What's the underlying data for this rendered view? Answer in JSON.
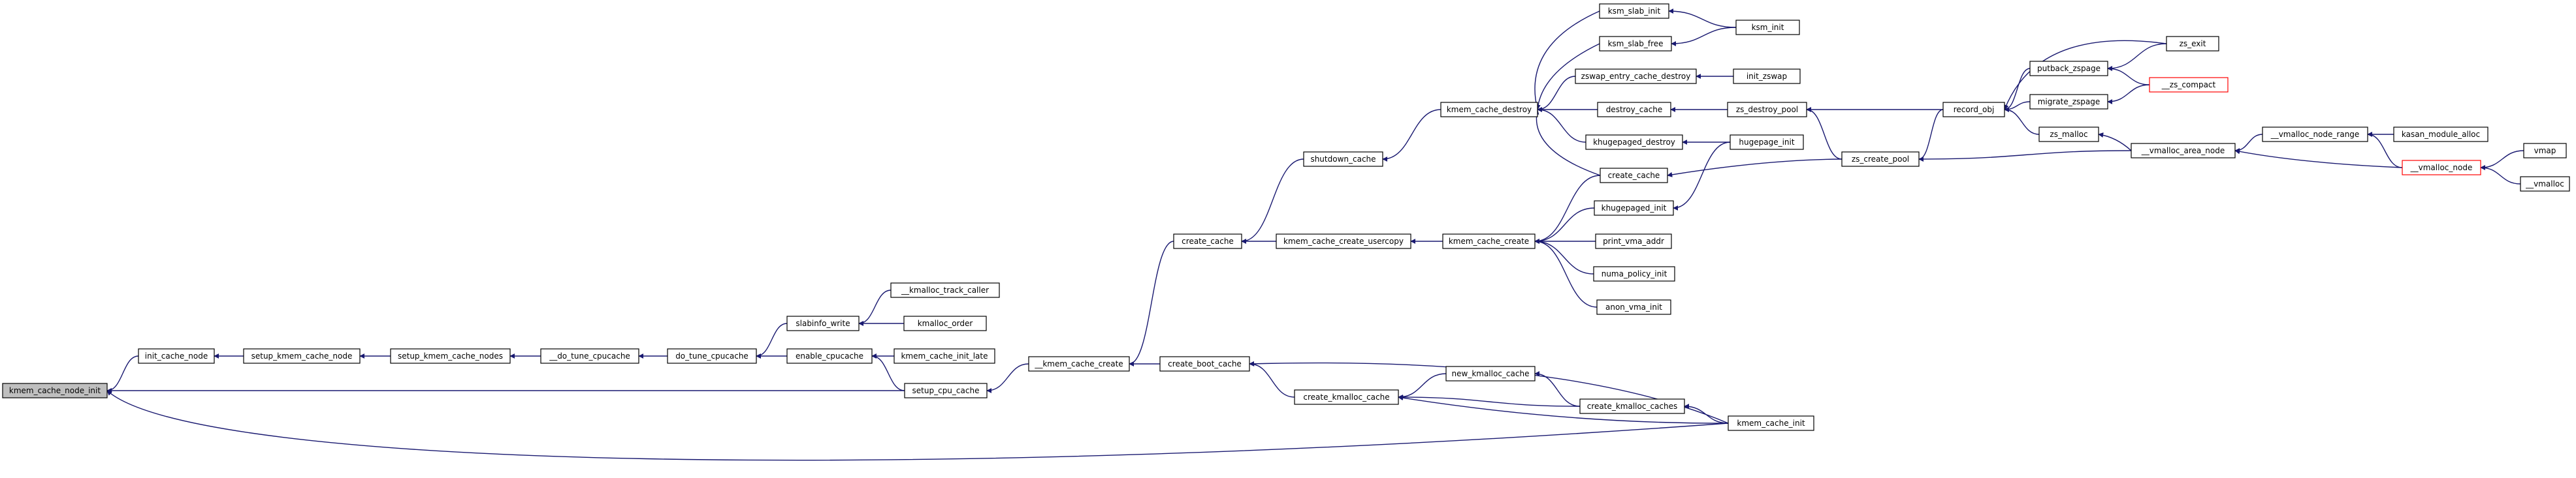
{
  "diagram": {
    "colors": {
      "edge": "#191970",
      "node_border": "#000000",
      "root_fill": "#bfbfbf",
      "truncated_border": "#ff0000"
    },
    "nodes": [
      {
        "id": "kmem_cache_node_init",
        "label": "kmem_cache_node_init",
        "style": "root"
      },
      {
        "id": "init_cache_node",
        "label": "init_cache_node"
      },
      {
        "id": "setup_kmem_cache_node",
        "label": "setup_kmem_cache_node"
      },
      {
        "id": "setup_kmem_cache_nodes",
        "label": "setup_kmem_cache_nodes"
      },
      {
        "id": "__do_tune_cpucache",
        "label": "__do_tune_cpucache"
      },
      {
        "id": "do_tune_cpucache",
        "label": "do_tune_cpucache"
      },
      {
        "id": "slabinfo_write",
        "label": "slabinfo_write"
      },
      {
        "id": "__kmalloc_track_caller",
        "label": "__kmalloc_track_caller"
      },
      {
        "id": "kmalloc_order",
        "label": "kmalloc_order"
      },
      {
        "id": "enable_cpucache",
        "label": "enable_cpucache"
      },
      {
        "id": "kmem_cache_init_late",
        "label": "kmem_cache_init_late"
      },
      {
        "id": "setup_cpu_cache",
        "label": "setup_cpu_cache"
      },
      {
        "id": "__kmem_cache_create",
        "label": "__kmem_cache_create"
      },
      {
        "id": "create_cache",
        "label": "create_cache"
      },
      {
        "id": "create_boot_cache",
        "label": "create_boot_cache"
      },
      {
        "id": "shutdown_cache",
        "label": "shutdown_cache"
      },
      {
        "id": "kmem_cache_create_usercopy",
        "label": "kmem_cache_create_usercopy"
      },
      {
        "id": "create_kmalloc_cache",
        "label": "create_kmalloc_cache"
      },
      {
        "id": "kmem_cache_destroy",
        "label": "kmem_cache_destroy"
      },
      {
        "id": "kmem_cache_create",
        "label": "kmem_cache_create"
      },
      {
        "id": "new_kmalloc_cache",
        "label": "new_kmalloc_cache"
      },
      {
        "id": "create_kmalloc_caches",
        "label": "create_kmalloc_caches"
      },
      {
        "id": "kmem_cache_init",
        "label": "kmem_cache_init"
      },
      {
        "id": "ksm_slab_init",
        "label": "ksm_slab_init"
      },
      {
        "id": "ksm_slab_free",
        "label": "ksm_slab_free"
      },
      {
        "id": "zswap_entry_cache_destroy",
        "label": "zswap_entry_cache_destroy"
      },
      {
        "id": "destroy_cache",
        "label": "destroy_cache"
      },
      {
        "id": "khugepaged_destroy",
        "label": "khugepaged_destroy"
      },
      {
        "id": "create_cache2",
        "label": "create_cache"
      },
      {
        "id": "khugepaged_init",
        "label": "khugepaged_init"
      },
      {
        "id": "print_vma_addr",
        "label": "print_vma_addr"
      },
      {
        "id": "numa_policy_init",
        "label": "numa_policy_init"
      },
      {
        "id": "anon_vma_init",
        "label": "anon_vma_init"
      },
      {
        "id": "ksm_init",
        "label": "ksm_init"
      },
      {
        "id": "init_zswap",
        "label": "init_zswap"
      },
      {
        "id": "zs_destroy_pool",
        "label": "zs_destroy_pool"
      },
      {
        "id": "hugepage_init",
        "label": "hugepage_init"
      },
      {
        "id": "zs_create_pool",
        "label": "zs_create_pool"
      },
      {
        "id": "record_obj",
        "label": "record_obj"
      },
      {
        "id": "putback_zspage",
        "label": "putback_zspage"
      },
      {
        "id": "migrate_zspage",
        "label": "migrate_zspage"
      },
      {
        "id": "zs_malloc",
        "label": "zs_malloc"
      },
      {
        "id": "zs_exit",
        "label": "zs_exit"
      },
      {
        "id": "__zs_compact",
        "label": "__zs_compact",
        "style": "truncated"
      },
      {
        "id": "__vmalloc_area_node",
        "label": "__vmalloc_area_node"
      },
      {
        "id": "__vmalloc_node_range",
        "label": "__vmalloc_node_range"
      },
      {
        "id": "kasan_module_alloc",
        "label": "kasan_module_alloc"
      },
      {
        "id": "__vmalloc_node",
        "label": "__vmalloc_node",
        "style": "truncated"
      },
      {
        "id": "vmap",
        "label": "vmap"
      },
      {
        "id": "__vmalloc",
        "label": "__vmalloc"
      }
    ],
    "edges": [
      [
        "init_cache_node",
        "kmem_cache_node_init"
      ],
      [
        "setup_cpu_cache",
        "kmem_cache_node_init"
      ],
      [
        "kmem_cache_init",
        "kmem_cache_node_init"
      ],
      [
        "setup_kmem_cache_node",
        "init_cache_node"
      ],
      [
        "setup_kmem_cache_nodes",
        "setup_kmem_cache_node"
      ],
      [
        "__do_tune_cpucache",
        "setup_kmem_cache_nodes"
      ],
      [
        "do_tune_cpucache",
        "__do_tune_cpucache"
      ],
      [
        "slabinfo_write",
        "do_tune_cpucache"
      ],
      [
        "enable_cpucache",
        "do_tune_cpucache"
      ],
      [
        "__kmalloc_track_caller",
        "slabinfo_write"
      ],
      [
        "kmalloc_order",
        "slabinfo_write"
      ],
      [
        "kmem_cache_init_late",
        "enable_cpucache"
      ],
      [
        "setup_cpu_cache",
        "enable_cpucache"
      ],
      [
        "__kmem_cache_create",
        "setup_cpu_cache"
      ],
      [
        "create_cache",
        "__kmem_cache_create"
      ],
      [
        "create_boot_cache",
        "__kmem_cache_create"
      ],
      [
        "shutdown_cache",
        "create_cache"
      ],
      [
        "kmem_cache_create_usercopy",
        "create_cache"
      ],
      [
        "create_kmalloc_cache",
        "create_boot_cache"
      ],
      [
        "kmem_cache_init",
        "create_boot_cache"
      ],
      [
        "kmem_cache_destroy",
        "shutdown_cache"
      ],
      [
        "kmem_cache_create",
        "kmem_cache_create_usercopy"
      ],
      [
        "new_kmalloc_cache",
        "create_kmalloc_cache"
      ],
      [
        "create_kmalloc_caches",
        "create_kmalloc_cache"
      ],
      [
        "kmem_cache_init",
        "create_kmalloc_cache"
      ],
      [
        "create_kmalloc_caches",
        "new_kmalloc_cache"
      ],
      [
        "kmem_cache_init",
        "create_kmalloc_caches"
      ],
      [
        "ksm_slab_init",
        "kmem_cache_destroy"
      ],
      [
        "ksm_slab_free",
        "kmem_cache_destroy"
      ],
      [
        "zswap_entry_cache_destroy",
        "kmem_cache_destroy"
      ],
      [
        "destroy_cache",
        "kmem_cache_destroy"
      ],
      [
        "khugepaged_destroy",
        "kmem_cache_destroy"
      ],
      [
        "create_cache2",
        "kmem_cache_destroy"
      ],
      [
        "create_cache2",
        "kmem_cache_create"
      ],
      [
        "khugepaged_init",
        "kmem_cache_create"
      ],
      [
        "print_vma_addr",
        "kmem_cache_create"
      ],
      [
        "numa_policy_init",
        "kmem_cache_create"
      ],
      [
        "anon_vma_init",
        "kmem_cache_create"
      ],
      [
        "ksm_init",
        "ksm_slab_init"
      ],
      [
        "ksm_init",
        "ksm_slab_free"
      ],
      [
        "init_zswap",
        "zswap_entry_cache_destroy"
      ],
      [
        "zs_destroy_pool",
        "destroy_cache"
      ],
      [
        "hugepage_init",
        "khugepaged_destroy"
      ],
      [
        "zs_create_pool",
        "create_cache2"
      ],
      [
        "hugepage_init",
        "khugepaged_init"
      ],
      [
        "record_obj",
        "zs_destroy_pool"
      ],
      [
        "zs_create_pool",
        "zs_destroy_pool"
      ],
      [
        "record_obj",
        "zs_create_pool"
      ],
      [
        "__vmalloc_area_node",
        "zs_create_pool"
      ],
      [
        "zs_exit",
        "record_obj"
      ],
      [
        "putback_zspage",
        "record_obj"
      ],
      [
        "migrate_zspage",
        "record_obj"
      ],
      [
        "zs_malloc",
        "record_obj"
      ],
      [
        "zs_exit",
        "putback_zspage"
      ],
      [
        "__zs_compact",
        "putback_zspage"
      ],
      [
        "__zs_compact",
        "migrate_zspage"
      ],
      [
        "__vmalloc_area_node",
        "zs_malloc"
      ],
      [
        "__vmalloc_node_range",
        "__vmalloc_area_node"
      ],
      [
        "__vmalloc_node",
        "__vmalloc_area_node"
      ],
      [
        "kasan_module_alloc",
        "__vmalloc_node_range"
      ],
      [
        "__vmalloc_node",
        "__vmalloc_node_range"
      ],
      [
        "vmap",
        "__vmalloc_node"
      ],
      [
        "__vmalloc",
        "__vmalloc_node"
      ]
    ]
  }
}
